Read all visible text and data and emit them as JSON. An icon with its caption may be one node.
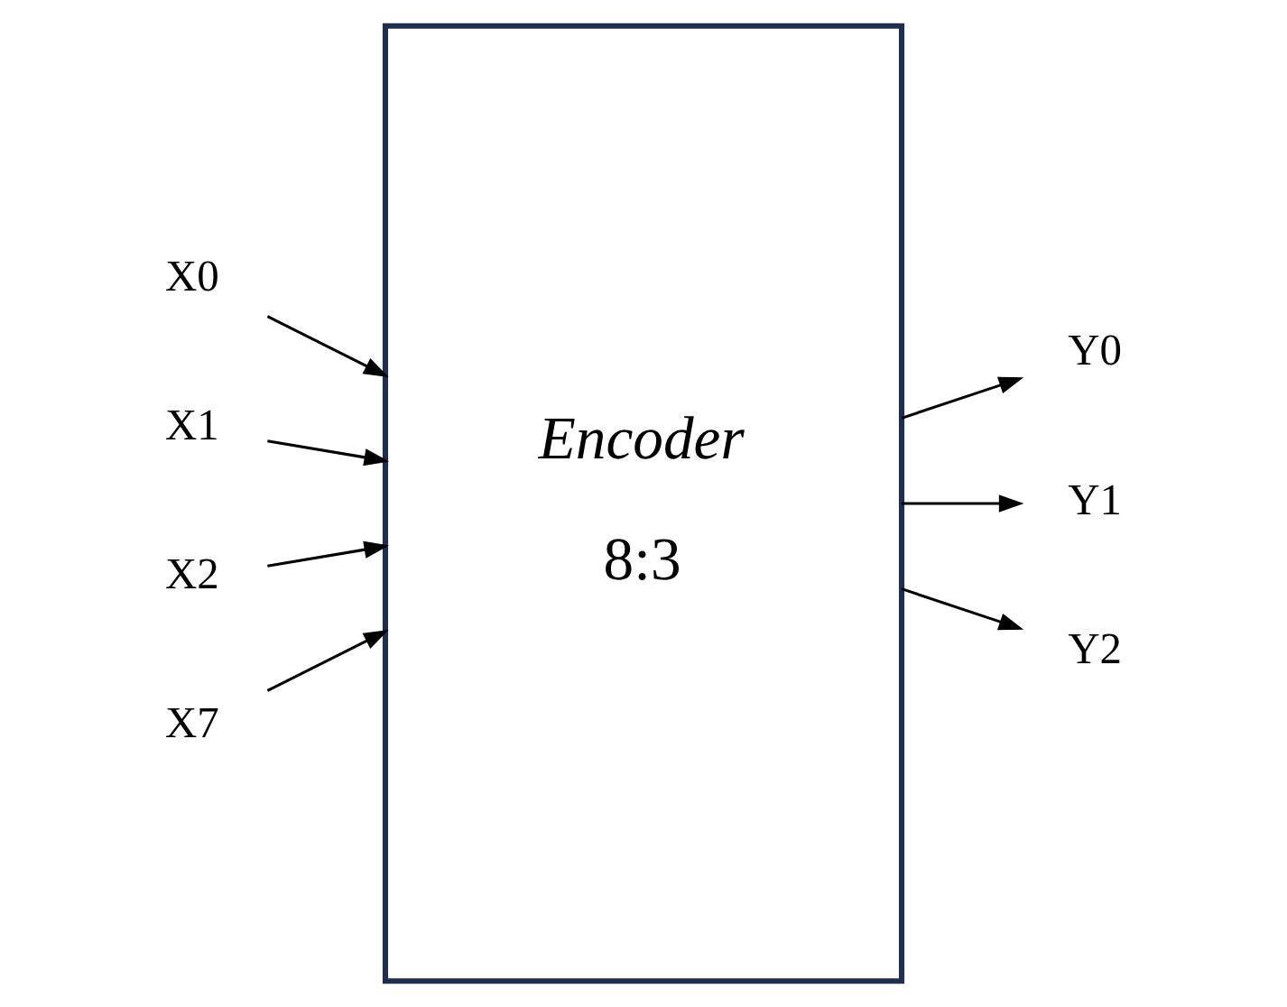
{
  "diagram": {
    "nodes": [
      {
        "text": [
          "Encoder",
          "8:3"
        ]
      },
      {
        "text": [
          "X0"
        ]
      },
      {
        "text": [
          "X1"
        ]
      },
      {
        "text": [
          "X2"
        ]
      },
      {
        "text": [
          "X7"
        ]
      },
      {
        "text": [
          "Y0"
        ]
      },
      {
        "text": [
          "Y1"
        ]
      },
      {
        "text": [
          "Y2"
        ]
      }
    ],
    "edges": [
      {
        "from": 1,
        "to": 0,
        "arrow": "to"
      },
      {
        "from": 2,
        "to": 0,
        "arrow": "to"
      },
      {
        "from": 3,
        "to": 0,
        "arrow": "to"
      },
      {
        "from": 4,
        "to": 0,
        "arrow": "to"
      },
      {
        "from": 0,
        "to": 5,
        "arrow": "to"
      },
      {
        "from": 0,
        "to": 6,
        "arrow": "to"
      },
      {
        "from": 0,
        "to": 7,
        "arrow": "to"
      }
    ]
  }
}
